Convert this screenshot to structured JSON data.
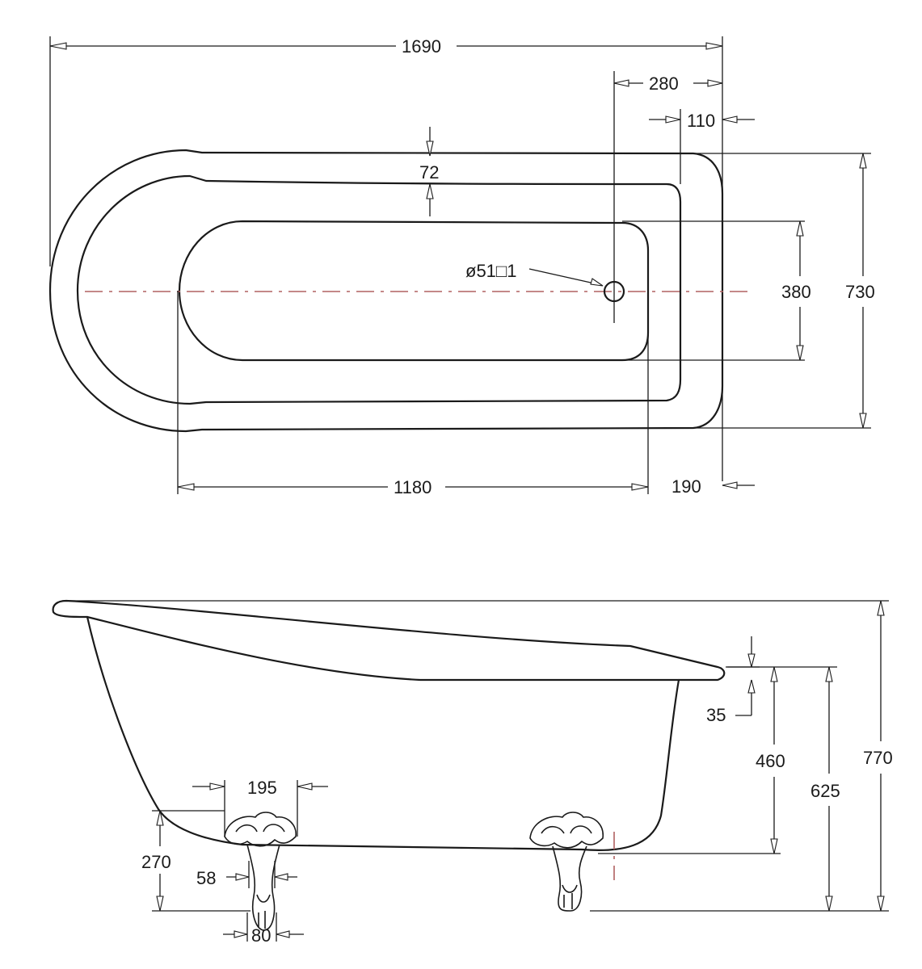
{
  "plan_view": {
    "overall_length": "1690",
    "drain_offset": "280",
    "end_offset": "110",
    "rim_width": "72",
    "drain_label": "ø51□1",
    "interior_width": "380",
    "overall_width": "730",
    "interior_length": "1180",
    "end_margin": "190"
  },
  "side_view": {
    "rim_thickness": "35",
    "interior_depth": "460",
    "rim_height": "625",
    "overall_height": "770",
    "foot_spacing": "195",
    "foot_height": "270",
    "foot_width": "58",
    "foot_base": "80"
  }
}
